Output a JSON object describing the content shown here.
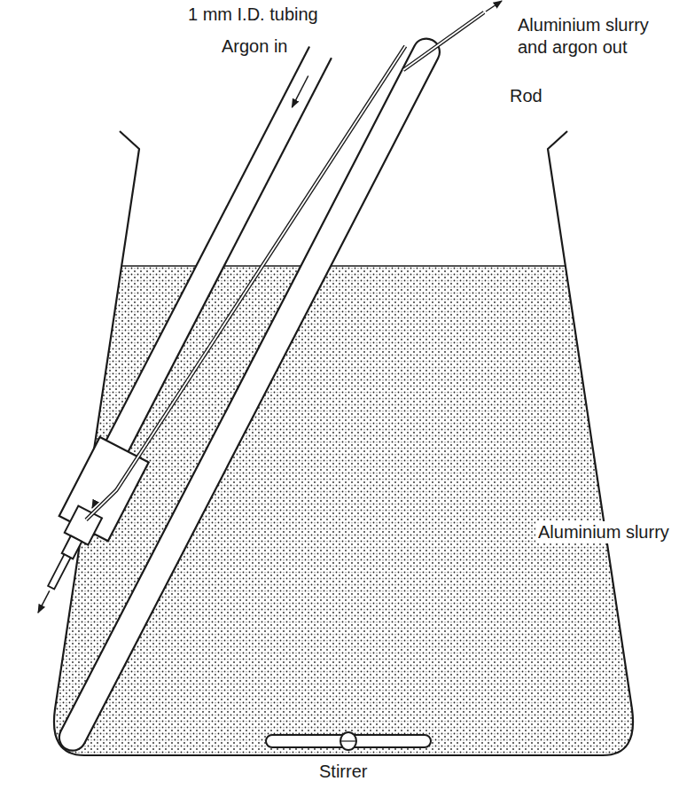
{
  "diagram": {
    "labels": [
      "1 mm I.D. tubing",
      "Aluminium slurry and argon out",
      "Argon in",
      "Rod",
      "Aluminium slurry",
      "Stirrer"
    ]
  }
}
